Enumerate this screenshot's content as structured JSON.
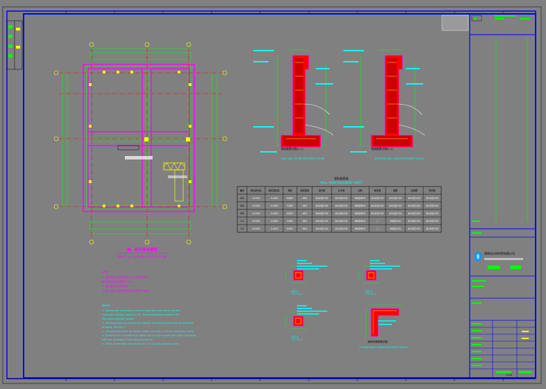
{
  "plan": {
    "title_cn": "墙、柱平面布置图",
    "title_en": "WALL & COLUMN LAYOUT PLAN"
  },
  "details": {
    "left_caption": "SIDE WALL REINFORCEMENT DETAIL",
    "right_caption": "INTERIOR WALL REINFORCEMENT DETAIL",
    "left_label": "墙体配筋详图(1-1)",
    "right_label": "墙体配筋详图(2-2)"
  },
  "table": {
    "title_cn": "墙柱配筋表",
    "title_en": "WALL REINFORCEMENT SHEET",
    "headers": [
      "编号",
      "墙柱底标高",
      "墙柱顶标高",
      "墙厚",
      "墙柱宽度",
      "竖向筋",
      "水平筋",
      "拉筋",
      "暗柱筋",
      "箍筋",
      "加强筋",
      "附加筋"
    ],
    "rows": [
      [
        "W1",
        "-6.500",
        "-5.400",
        "6000",
        "400",
        "Φ16@150",
        "Φ14@150",
        "Φ8@600",
        "Φ14@150",
        "Φ14@150",
        "Φ14@150",
        "Φ14@150"
      ],
      [
        "W2",
        "-6.500",
        "-5.400",
        "5400",
        "400",
        "Φ16@150",
        "Φ14@150",
        "Φ8@600",
        "Φ14@150",
        "Φ14@150",
        "Φ14@150",
        "Φ14@150"
      ],
      [
        "W3",
        "-6.500",
        "-5.400",
        "6000",
        "400",
        "Φ16@150",
        "Φ14@150",
        "Φ8@600",
        "Φ14@150",
        "Φ14@150",
        "Φ14@150",
        "Φ14@150"
      ],
      [
        "C1",
        "-6.500",
        "-5.400",
        "5400",
        "300",
        "Φ14@150",
        "Φ14@150",
        "Φ8@600",
        "/",
        "Φ8@100",
        "Φ14@150",
        "Φ14@150"
      ],
      [
        "C2",
        "-6.500",
        "-5.400",
        "6000",
        "300",
        "Φ14@150",
        "Φ14@150",
        "Φ8@600",
        "/",
        "Φ8@100",
        "Φ14@150",
        "Φ14@150"
      ]
    ]
  },
  "columns": {
    "kz1": "KZ-1",
    "kz2": "KZ-2",
    "kz3": "KZ-3",
    "corner_label": "墙体转角配筋详图",
    "corner_caption": "CORNER WALL REINFORCEMENT DETAIL"
  },
  "notes": {
    "header_cn": "说明:",
    "lines_cn": [
      "1. 墙体混凝土强度等级C35, 抗渗等级P6.",
      "   墙体钢筋保护层厚度25mm.",
      "2. 墙柱配筋详见配筋表.",
      "3. 施工时应与建筑图纸核对无误后方可施工."
    ],
    "header_en": "Notes:",
    "lines_en": [
      "1. Waterproof concrete is used for pool wall and frame column.",
      "   Concrete strength grade is C35, Anti-permeability grade is P6.",
      "   Pool base strength grade.",
      "2. Reinforcement and detail for column and wall should refer to standard",
      "   drawing 16G101-1.",
      "3. The seismic grade for frame column is grade 3 unless otherwise noted.",
      "4. Drawings for architectural phase can only be constructed after checking",
      "   with the drawings of plumbing discipline.",
      "5. Other information can be found in structural general notes."
    ]
  },
  "title_block": {
    "company": "建筑设计研究院有限公司",
    "sheet_no": "S-04"
  },
  "colors": {
    "background": "#808080",
    "frame": "#0000ff",
    "wall": "#ff00ff",
    "axis": "#ff0000",
    "dimension": "#00ff00",
    "text": "#00ffff",
    "highlight": "#ffff00",
    "rebar": "#ff0000"
  }
}
